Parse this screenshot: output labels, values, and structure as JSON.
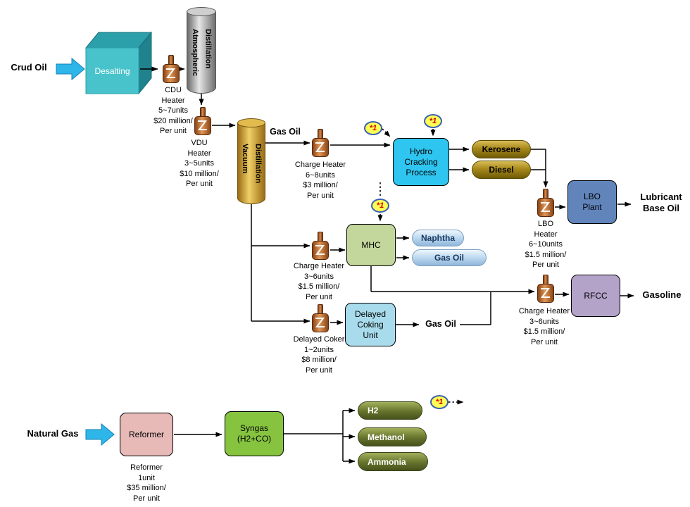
{
  "inputs": {
    "crude_oil": "Crud Oil",
    "natural_gas": "Natural Gas"
  },
  "units": {
    "desalting": "Desalting",
    "atmospheric_distillation": "Atmospheric\nDistillation",
    "vacuum_distillation": "Vacuum\nDistillation",
    "hydro_cracking": "Hydro\nCracking\nProcess",
    "mhc": "MHC",
    "delayed_coking_unit": "Delayed\nCoking\nUnit",
    "lbo_plant": "LBO\nPlant",
    "rfcc": "RFCC",
    "reformer": "Reformer",
    "syngas": "Syngas\n(H2+CO)"
  },
  "heater_notes": {
    "cdu": "CDU\nHeater\n5~7units\n$20 million/\nPer unit",
    "vdu": "VDU\nHeater\n3~5units\n$10 million/\nPer unit",
    "hc_charge": "Charge Heater\n6~8units\n$3 million/\nPer unit",
    "mhc_charge": "Charge Heater\n3~6units\n$1.5 million/\nPer unit",
    "delayed_coker": "Delayed Coker\n1~2units\n$8 million/\nPer unit",
    "lbo": "LBO\nHeater\n6~10units\n$1.5 million/\nPer unit",
    "rfcc_charge": "Charge Heater\n3~6units\n$1.5 million/\nPer unit",
    "reformer": "Reformer\n1unit\n$35 million/\nPer unit"
  },
  "streams": {
    "gas_oil_feed": "Gas Oil",
    "kerosene": "Kerosene",
    "diesel": "Diesel",
    "naphtha": "Naphtha",
    "gas_oil_mhc": "Gas Oil",
    "gas_oil_coking": "Gas Oil",
    "lubricant_base_oil": "Lubricant\nBase Oil",
    "gasoline": "Gasoline",
    "h2": "H2",
    "methanol": "Methanol",
    "ammonia": "Ammonia"
  },
  "badge_label": "*1",
  "colors": {
    "hydro_cracking": "#2ec5f0",
    "mhc": "#c3d69b",
    "delayed_coking": "#a8dcec",
    "lbo_plant": "#6185bb",
    "rfcc": "#b3a3c9",
    "reformer": "#e7bab8",
    "syngas": "#86c440",
    "desalting": "#49c3cb",
    "gold_pill": "#a8891a",
    "blue_pill": "#bcd8ef",
    "green_pill": "#66732c",
    "input_arrow": "#2eb6e9",
    "badge_fill": "#ffff55",
    "badge_border": "#3a62b0",
    "badge_text": "#cc0000",
    "heater": "#c07a3a"
  }
}
